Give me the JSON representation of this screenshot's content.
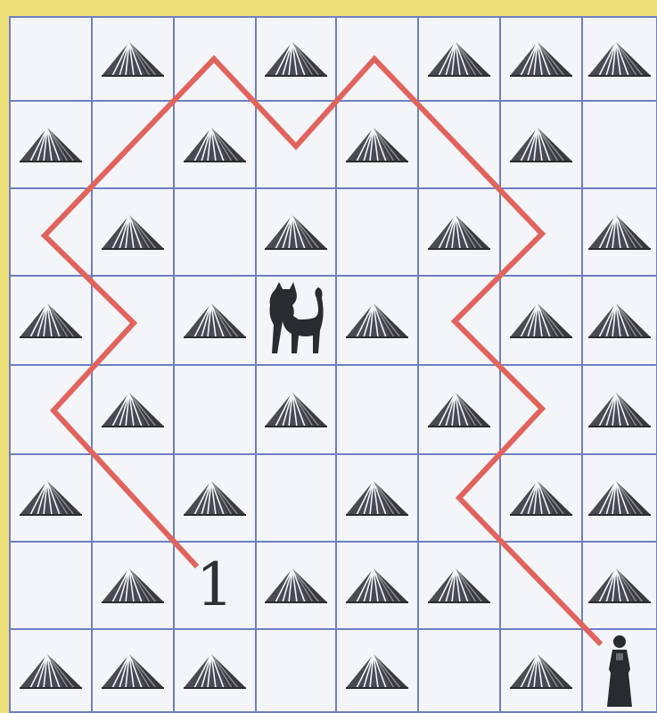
{
  "board": {
    "rows": 8,
    "cols": 8,
    "cells": [
      [
        "empty",
        "mountain",
        "empty",
        "mountain",
        "empty",
        "mountain",
        "mountain",
        "mountain"
      ],
      [
        "mountain",
        "empty",
        "mountain",
        "empty",
        "mountain",
        "empty",
        "mountain",
        "empty"
      ],
      [
        "empty",
        "mountain",
        "empty",
        "mountain",
        "empty",
        "mountain",
        "empty",
        "mountain"
      ],
      [
        "mountain",
        "empty",
        "mountain",
        "cat",
        "mountain",
        "empty",
        "mountain",
        "mountain"
      ],
      [
        "empty",
        "mountain",
        "empty",
        "mountain",
        "empty",
        "mountain",
        "empty",
        "mountain"
      ],
      [
        "mountain",
        "empty",
        "mountain",
        "empty",
        "mountain",
        "empty",
        "mountain",
        "mountain"
      ],
      [
        "empty",
        "mountain",
        "number",
        "mountain",
        "mountain",
        "mountain",
        "empty",
        "mountain"
      ],
      [
        "mountain",
        "mountain",
        "mountain",
        "empty",
        "mountain",
        "empty",
        "mountain",
        "person"
      ]
    ],
    "number_label": "1"
  },
  "colors": {
    "background": "#efe07a",
    "grid_line": "#6f7fc2",
    "cell_fill": "#f3f5f9",
    "path": "#e0645c",
    "icon": "#2f3034"
  }
}
